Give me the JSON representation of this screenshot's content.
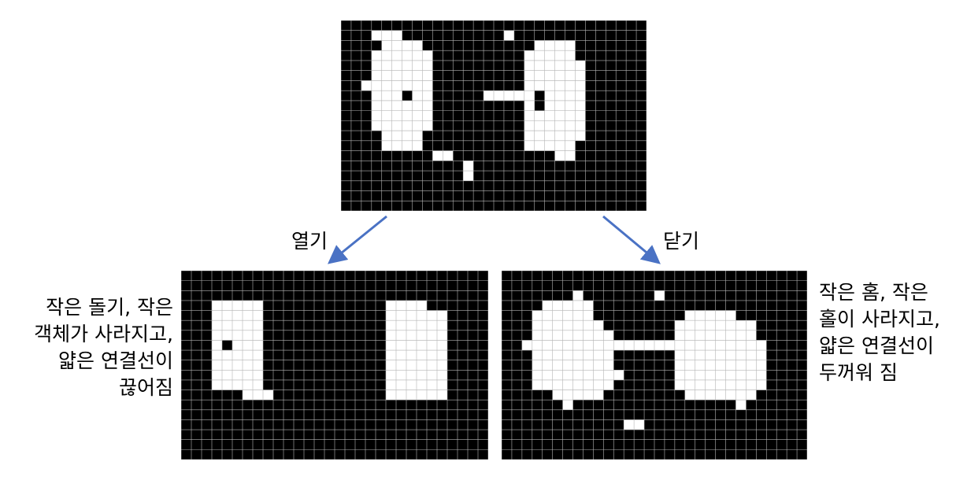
{
  "labels": {
    "opening": "열기",
    "closing": "닫기"
  },
  "captions": {
    "opening": [
      "작은 돌기, 작은",
      "객체가 사라지고,",
      "얇은 연결선이",
      "끊어짐"
    ],
    "closing": [
      "작은 홈, 작은",
      "홀이 사라지고,",
      "얇은 연결선이",
      "두꺼워 짐"
    ]
  },
  "colors": {
    "background_pixel": "#000000",
    "foreground_pixel": "#ffffff",
    "grid_line": "#b5b5b5",
    "arrow": "#4a72c4"
  },
  "grids": {
    "original": {
      "cols": 30,
      "rows": 19,
      "runs": [
        [
          1,
          3,
          5,
          1
        ],
        [
          1,
          16,
          16,
          1
        ],
        [
          2,
          4,
          7,
          1
        ],
        [
          2,
          19,
          22,
          1
        ],
        [
          3,
          3,
          8,
          1
        ],
        [
          3,
          18,
          22,
          1
        ],
        [
          4,
          3,
          8,
          1
        ],
        [
          4,
          18,
          23,
          1
        ],
        [
          5,
          3,
          8,
          1
        ],
        [
          5,
          18,
          23,
          1
        ],
        [
          6,
          2,
          8,
          1
        ],
        [
          6,
          18,
          23,
          1
        ],
        [
          7,
          3,
          8,
          1
        ],
        [
          7,
          14,
          23,
          1
        ],
        [
          8,
          3,
          8,
          1
        ],
        [
          8,
          18,
          23,
          1
        ],
        [
          9,
          3,
          8,
          1
        ],
        [
          9,
          18,
          23,
          1
        ],
        [
          10,
          3,
          8,
          1
        ],
        [
          10,
          18,
          23,
          1
        ],
        [
          11,
          4,
          7,
          1
        ],
        [
          11,
          18,
          23,
          1
        ],
        [
          12,
          4,
          7,
          1
        ],
        [
          12,
          18,
          22,
          1
        ],
        [
          13,
          9,
          10,
          1
        ],
        [
          13,
          21,
          22,
          1
        ],
        [
          14,
          12,
          12,
          1
        ],
        [
          15,
          12,
          12,
          1
        ],
        [
          7,
          6,
          6,
          0
        ],
        [
          7,
          19,
          19,
          0
        ],
        [
          8,
          19,
          19,
          0
        ]
      ]
    },
    "opening": {
      "cols": 30,
      "rows": 19,
      "runs": [
        [
          3,
          3,
          7,
          1
        ],
        [
          3,
          20,
          23,
          1
        ],
        [
          4,
          3,
          7,
          1
        ],
        [
          4,
          20,
          25,
          1
        ],
        [
          5,
          3,
          7,
          1
        ],
        [
          5,
          20,
          25,
          1
        ],
        [
          6,
          3,
          7,
          1
        ],
        [
          6,
          20,
          25,
          1
        ],
        [
          7,
          3,
          7,
          1
        ],
        [
          7,
          20,
          25,
          1
        ],
        [
          8,
          3,
          7,
          1
        ],
        [
          8,
          20,
          25,
          1
        ],
        [
          9,
          3,
          7,
          1
        ],
        [
          9,
          20,
          25,
          1
        ],
        [
          10,
          3,
          7,
          1
        ],
        [
          10,
          20,
          25,
          1
        ],
        [
          11,
          3,
          7,
          1
        ],
        [
          11,
          20,
          25,
          1
        ],
        [
          12,
          6,
          8,
          1
        ],
        [
          12,
          20,
          25,
          1
        ],
        [
          7,
          4,
          4,
          0
        ],
        [
          7,
          18,
          18,
          0
        ],
        [
          8,
          18,
          18,
          0
        ]
      ]
    },
    "closing": {
      "cols": 30,
      "rows": 19,
      "runs": [
        [
          2,
          7,
          7,
          1
        ],
        [
          2,
          15,
          15,
          1
        ],
        [
          3,
          4,
          8,
          1
        ],
        [
          4,
          3,
          8,
          1
        ],
        [
          4,
          18,
          22,
          1
        ],
        [
          5,
          3,
          9,
          1
        ],
        [
          5,
          17,
          24,
          1
        ],
        [
          6,
          3,
          10,
          1
        ],
        [
          6,
          17,
          24,
          1
        ],
        [
          7,
          2,
          10,
          1
        ],
        [
          7,
          10,
          17,
          1
        ],
        [
          7,
          17,
          25,
          1
        ],
        [
          8,
          3,
          10,
          1
        ],
        [
          8,
          17,
          25,
          1
        ],
        [
          9,
          3,
          10,
          1
        ],
        [
          9,
          17,
          25,
          1
        ],
        [
          10,
          3,
          11,
          1
        ],
        [
          10,
          17,
          25,
          1
        ],
        [
          11,
          3,
          10,
          1
        ],
        [
          11,
          17,
          25,
          1
        ],
        [
          12,
          5,
          9,
          1
        ],
        [
          12,
          18,
          24,
          1
        ],
        [
          13,
          6,
          6,
          1
        ],
        [
          13,
          23,
          23,
          1
        ],
        [
          15,
          12,
          13,
          1
        ]
      ]
    }
  }
}
